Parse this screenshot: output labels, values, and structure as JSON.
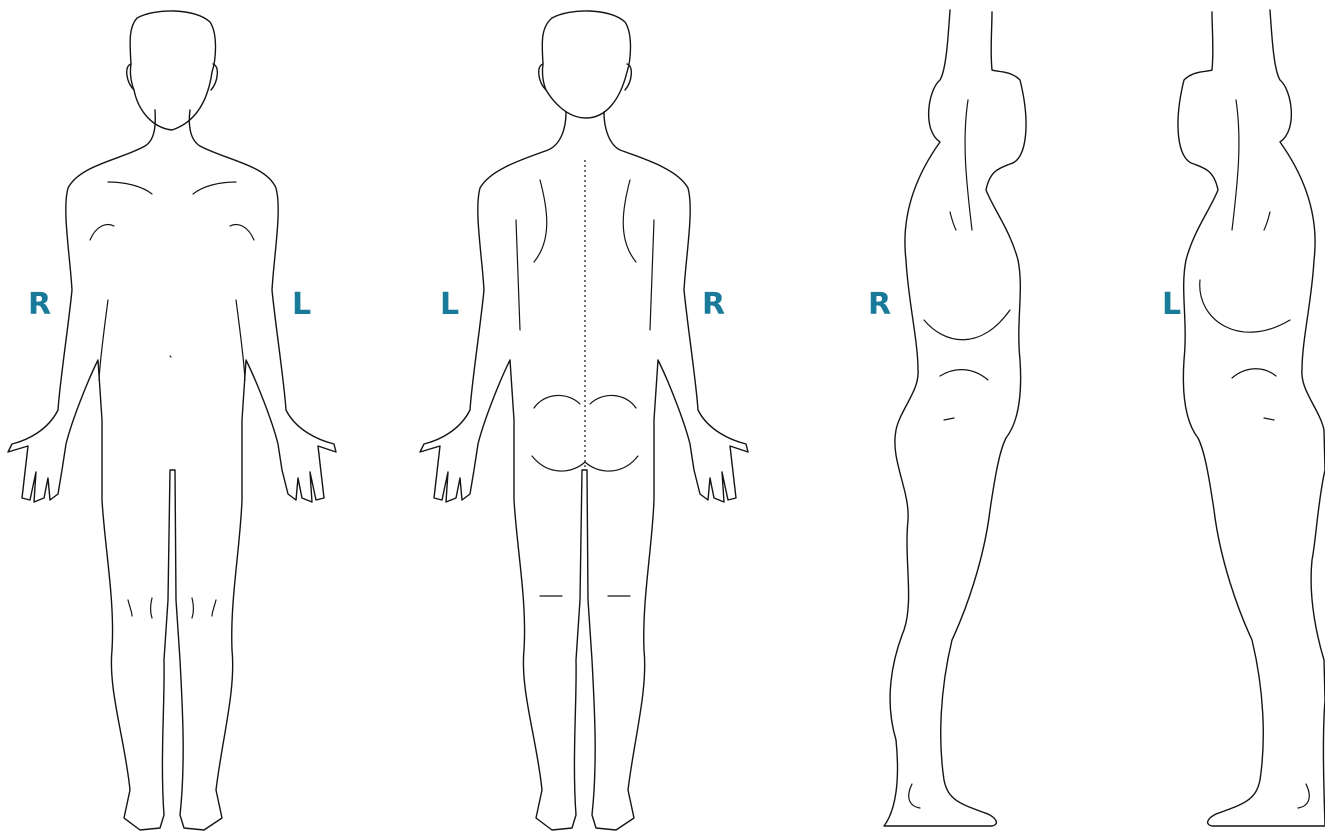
{
  "views": [
    {
      "id": "front",
      "left_label": "R",
      "right_label": "L"
    },
    {
      "id": "back",
      "left_label": "L",
      "right_label": "R"
    },
    {
      "id": "side-right",
      "label": "R"
    },
    {
      "id": "side-left",
      "label": "L"
    }
  ],
  "colors": {
    "label": "#1a7a99",
    "outline": "#141414",
    "background": "#ffffff"
  }
}
